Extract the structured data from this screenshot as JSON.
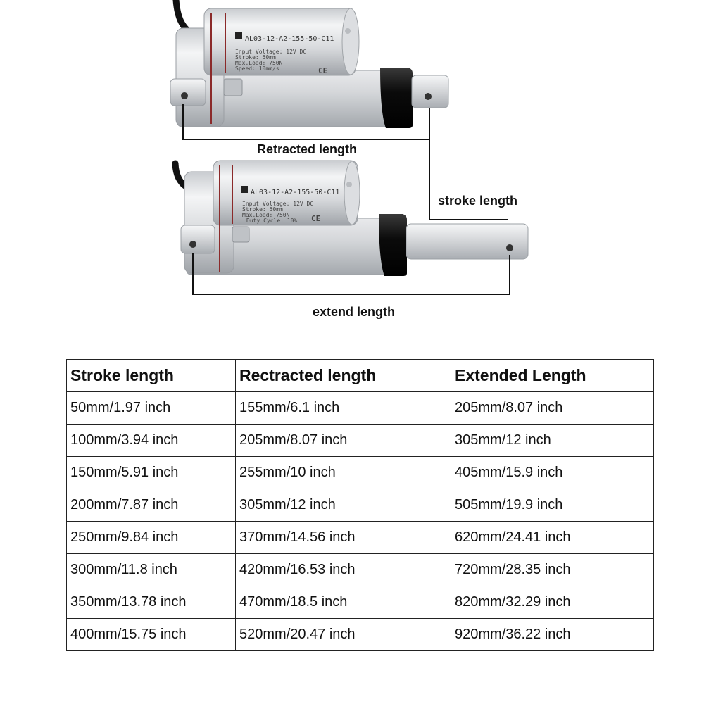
{
  "diagram": {
    "labels": {
      "retracted": "Retracted length",
      "stroke": "stroke length",
      "extend": "extend length"
    },
    "actuator_label": {
      "model": "AL03-12-A2-155-50-C11",
      "spec_lines": [
        "Input Voltage:   12V DC",
        "Stroke:          50mm",
        "Max.Load:        750N",
        "Speed:           10mm/s",
        "Duty Cycle:   10%"
      ],
      "ce_mark": "CE"
    },
    "colors": {
      "body": "#d8dadc",
      "shadow": "#a6a9ad",
      "seal": "#0d0d0d",
      "accent_line": "#8b2a2a",
      "bracket": "#111111"
    }
  },
  "table": {
    "headers": [
      "Stroke length",
      "Rectracted length",
      "Extended Length"
    ],
    "rows": [
      [
        "50mm/1.97 inch",
        "155mm/6.1 inch",
        "205mm/8.07 inch"
      ],
      [
        "100mm/3.94 inch",
        "205mm/8.07 inch",
        "305mm/12 inch"
      ],
      [
        "150mm/5.91 inch",
        "255mm/10 inch",
        "405mm/15.9 inch"
      ],
      [
        "200mm/7.87 inch",
        "305mm/12 inch",
        "505mm/19.9 inch"
      ],
      [
        "250mm/9.84 inch",
        "370mm/14.56 inch",
        "620mm/24.41 inch"
      ],
      [
        "300mm/11.8 inch",
        "420mm/16.53 inch",
        "720mm/28.35 inch"
      ],
      [
        "350mm/13.78 inch",
        "470mm/18.5 inch",
        "820mm/32.29 inch"
      ],
      [
        " 400mm/15.75 inch",
        " 520mm/20.47 inch",
        "920mm/36.22 inch"
      ]
    ]
  }
}
